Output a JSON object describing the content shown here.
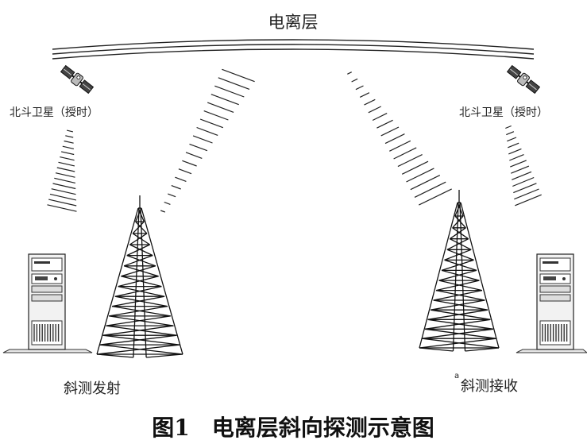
{
  "diagram": {
    "ionosphere_label": "电离层",
    "satellite_left_label": "北斗卫星（授时）",
    "satellite_right_label": "北斗卫星（授时）",
    "transmit_label": "斜测发射",
    "receive_marker": "a",
    "receive_label": "斜测接收",
    "figure_caption": "图1　电离层斜向探测示意图"
  },
  "colors": {
    "line": "#222222",
    "panel": "#f2f2f2",
    "dark": "#333333"
  },
  "icons": [
    "satellite-icon",
    "radio-tower-icon",
    "server-tower-icon"
  ]
}
